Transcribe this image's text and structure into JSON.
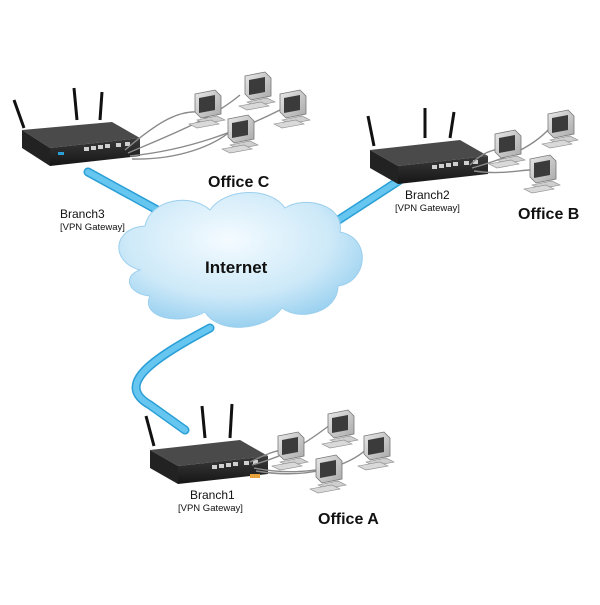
{
  "network": {
    "cloud_label": "Internet",
    "branches": [
      {
        "id": "branch3",
        "name": "Branch3",
        "role": "[VPN Gateway]",
        "office": "Office C"
      },
      {
        "id": "branch2",
        "name": "Branch2",
        "role": "[VPN Gateway]",
        "office": "Office B"
      },
      {
        "id": "branch1",
        "name": "Branch1",
        "role": "[VPN Gateway]",
        "office": "Office A"
      }
    ]
  },
  "colors": {
    "link": "#5bc0eb",
    "link_edge": "#2a9fd6",
    "cloud_light": "#eaf6fd",
    "cloud_dark": "#7fc4ea",
    "router_body": "#2b2b2b",
    "cable": "#8a8a8a"
  },
  "icons": [
    "router-icon",
    "computer-icon",
    "cloud-icon"
  ]
}
